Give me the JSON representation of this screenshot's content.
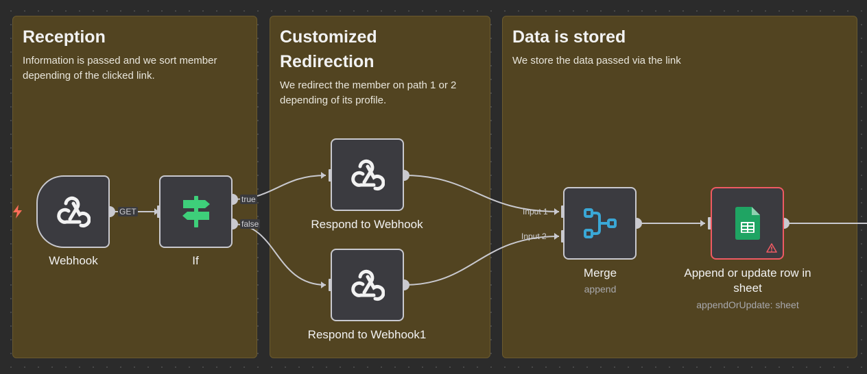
{
  "stickies": [
    {
      "title": "Reception",
      "text": "Information is passed and we sort member depending of the clicked link."
    },
    {
      "title": "Customized Redirection",
      "text": "We redirect the member on path 1 or 2 depending of its profile."
    },
    {
      "title": "Data is stored",
      "text": "We store the data passed via the link"
    }
  ],
  "nodes": {
    "webhook": {
      "label": "Webhook",
      "output_label": "GET",
      "icon": "webhook-icon"
    },
    "if": {
      "label": "If",
      "output_true": "true",
      "output_false": "false",
      "icon": "signpost-icon"
    },
    "respond1": {
      "label": "Respond to Webhook",
      "icon": "webhook-icon"
    },
    "respond2": {
      "label": "Respond to Webhook1",
      "icon": "webhook-icon"
    },
    "merge": {
      "label": "Merge",
      "subtitle": "append",
      "input1": "Input 1",
      "input2": "Input 2",
      "icon": "merge-icon"
    },
    "sheets": {
      "label": "Append or update row in sheet",
      "subtitle": "appendOrUpdate: sheet",
      "icon": "google-sheets-icon",
      "status": "warning"
    }
  },
  "colors": {
    "accent_green": "#3ecf7a",
    "merge_blue": "#3aa7d6",
    "error_red": "#ef5a63",
    "trigger_orange": "#ff6d5a"
  }
}
